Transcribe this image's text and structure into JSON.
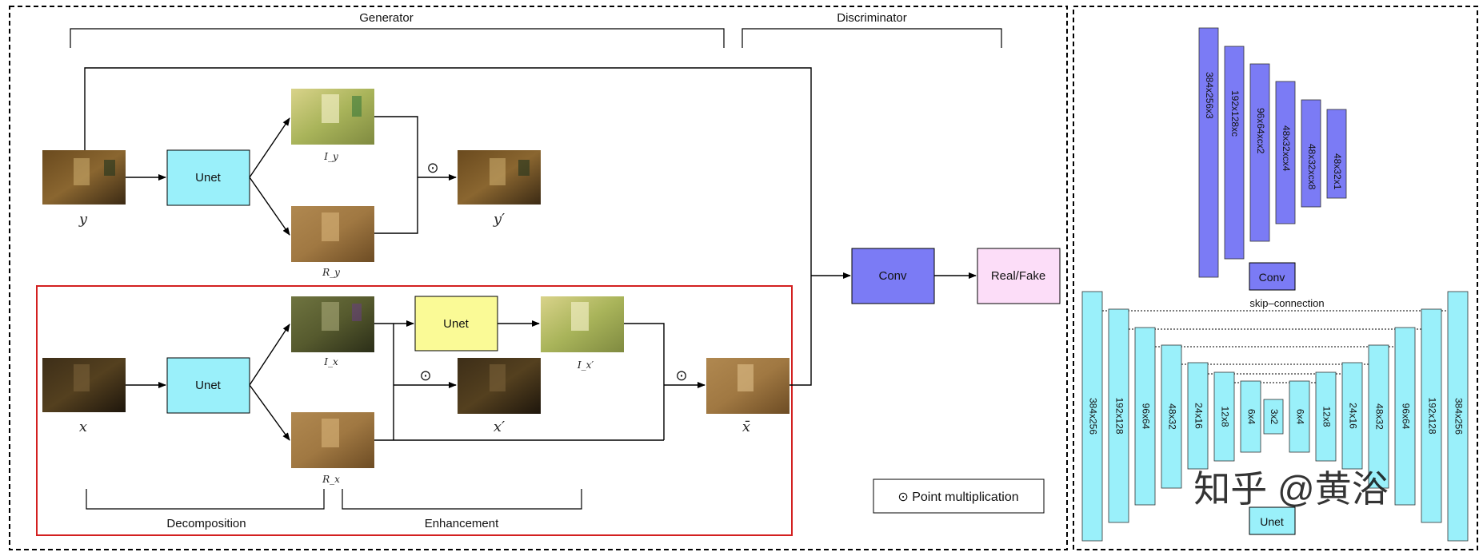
{
  "generator_section": {
    "header": "Generator"
  },
  "discriminator_section": {
    "header": "Discriminator"
  },
  "blocks": {
    "unet_top": "Unet",
    "unet_mid": "Unet",
    "unet_enhance": "Unet",
    "conv": "Conv",
    "real_fake": "Real/Fake"
  },
  "math_labels": {
    "y": "y",
    "y_prime": "y′",
    "I_y": "I_y",
    "R_y": "R_y",
    "x": "x",
    "x_prime": "x′",
    "I_x": "I_x",
    "I_x_prime": "I_x′",
    "R_x": "R_x",
    "x_bar": "x̄"
  },
  "ops": {
    "point_mult_symbol": "⊙"
  },
  "lower_groups": {
    "decomposition": "Decomposition",
    "enhancement": "Enhancement"
  },
  "legend": {
    "text": "⊙ Point multiplication"
  },
  "discriminator_net": {
    "layers": [
      "384x256x3",
      "192x128xc",
      "96x64xcx2",
      "48x32xcx4",
      "48x32xcx8",
      "48x32x1"
    ],
    "label": "Conv"
  },
  "unet_net": {
    "layers": [
      "384x256",
      "192x128",
      "96x64",
      "48x32",
      "24x16",
      "12x8",
      "6x4",
      "3x2",
      "6x4",
      "12x8",
      "24x16",
      "48x32",
      "96x64",
      "192x128",
      "384x256"
    ],
    "skip_label": "skip–connection",
    "label": "Unet"
  },
  "watermark": "知乎 @黄浴",
  "colors": {
    "unet_cyan": "#9AF0FA",
    "enhance_yellow": "#FAFA96",
    "conv_purple": "#7B7BF5",
    "realfake_pink": "#FCDDF8",
    "highlight_red": "#D32020"
  },
  "photo_tones": {
    "y": "dim-warm",
    "I_y": "bright-green",
    "R_y": "warm",
    "y_prime": "dim-warm",
    "x": "dark",
    "I_x": "dark-green",
    "R_x": "warm",
    "I_x_prime": "bright-green",
    "x_prime": "dark",
    "x_bar": "warm"
  }
}
